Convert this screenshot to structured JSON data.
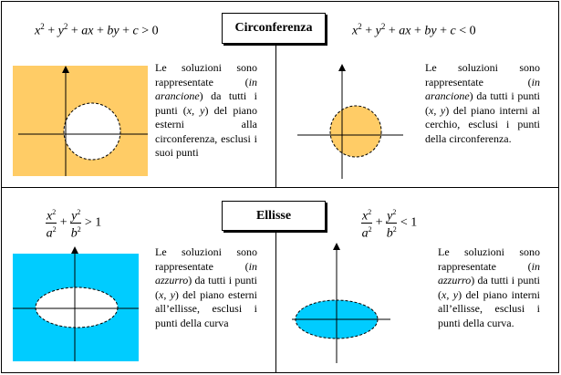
{
  "colors": {
    "orange": "#ffcc66",
    "azure": "#00ccff",
    "black": "#000000",
    "white": "#ffffff"
  },
  "circle_section": {
    "title": "Circonferenza",
    "left": {
      "equation": {
        "lhs": "x",
        "exp": "2",
        "plus1": "+",
        "y": "y",
        "exp2": "2",
        "plus2": "+",
        "ax": "ax",
        "plus3": "+",
        "by": "by",
        "plus4": "+",
        "c": "c",
        "rel": ">",
        "rhs": "0"
      },
      "text": {
        "p1": "Le soluzioni sono rappresentate (",
        "em1": "in arancione",
        "p2": ") da tutti i punti (",
        "em2": "x, y",
        "p3": ") del piano esterni alla circonferenza, esclusi i suoi punti"
      }
    },
    "right": {
      "equation": {
        "lhs": "x",
        "exp": "2",
        "plus1": "+",
        "y": "y",
        "exp2": "2",
        "plus2": "+",
        "ax": "ax",
        "plus3": "+",
        "by": "by",
        "plus4": "+",
        "c": "c",
        "rel": "<",
        "rhs": "0"
      },
      "text": {
        "p1": "Le soluzioni sono rappresentate (",
        "em1": "in arancione",
        "p2": ") da tutti i punti (",
        "em2": "x, y",
        "p3": ") del piano interni al cerchio, esclusi i punti della circonferenza."
      }
    }
  },
  "ellipse_section": {
    "title": "Ellisse",
    "left": {
      "equation": {
        "xnum": "x",
        "xexp": "2",
        "aden": "a",
        "aexp": "2",
        "plus": "+",
        "ynum": "y",
        "yexp": "2",
        "bden": "b",
        "bexp": "2",
        "rel": ">",
        "rhs": "1"
      },
      "text": {
        "p1": "Le soluzioni sono rappresentate (",
        "em1": "in azzurro",
        "p2": ") da tutti i punti (",
        "em2": "x, y",
        "p3": ") del piano esterni all’ellisse, esclusi i punti della curva"
      }
    },
    "right": {
      "equation": {
        "xnum": "x",
        "xexp": "2",
        "aden": "a",
        "aexp": "2",
        "plus": "+",
        "ynum": "y",
        "yexp": "2",
        "bden": "b",
        "bexp": "2",
        "rel": "<",
        "rhs": "1"
      },
      "text": {
        "p1": "Le soluzioni sono rappresentate (",
        "em1": "in azzurro",
        "p2": ") da tutti i punti (",
        "em2": "x, y",
        "p3": ") del piano interni all’ellisse, esclusi i punti della curva."
      }
    }
  }
}
